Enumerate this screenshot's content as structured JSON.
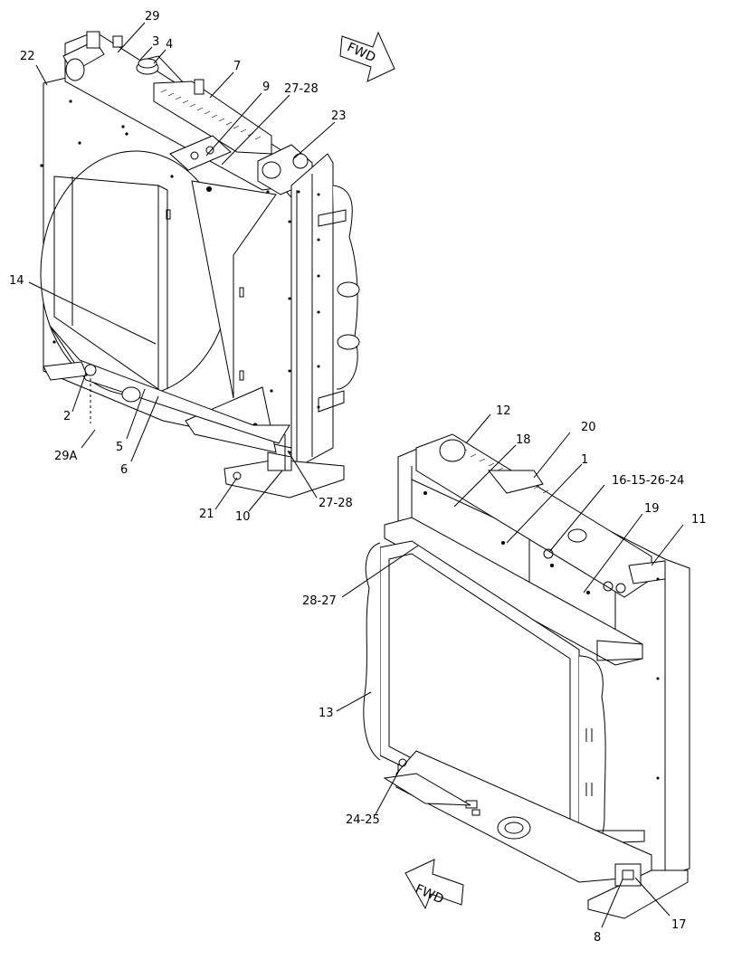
{
  "arrows": {
    "top": "FWD",
    "bottom": "FWD"
  },
  "callouts": {
    "c29": "29",
    "c3": "3",
    "c4": "4",
    "c22": "22",
    "c7": "7",
    "c9": "9",
    "c27_28_top": "27-28",
    "c23": "23",
    "c14": "14",
    "c2": "2",
    "c29A": "29A",
    "c5": "5",
    "c6": "6",
    "c21": "21",
    "c10": "10",
    "c27_28_bottom": "27-28",
    "c12": "12",
    "c20": "20",
    "c18": "18",
    "c1": "1",
    "c16_15_26_24": "16-15-26-24",
    "c19": "19",
    "c11": "11",
    "c28_27": "28-27",
    "c13": "13",
    "c24_25": "24-25",
    "c8": "8",
    "c17": "17"
  }
}
